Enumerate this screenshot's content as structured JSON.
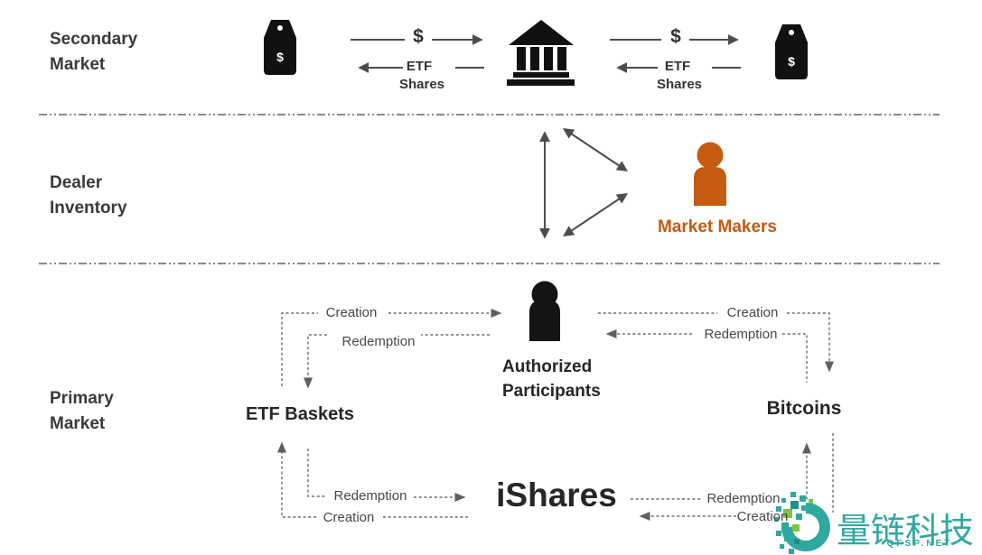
{
  "sections": {
    "secondary_market": {
      "line1": "Secondary",
      "line2": "Market"
    },
    "dealer_inventory": {
      "line1": "Dealer",
      "line2": "Inventory"
    },
    "primary_market": {
      "line1": "Primary",
      "line2": "Market"
    }
  },
  "secondary_flow": {
    "cash": "$",
    "etf": "ETF",
    "shares": "Shares",
    "tag_symbol": "$"
  },
  "dealer": {
    "market_makers": "Market Makers"
  },
  "primary": {
    "creation": "Creation",
    "redemption": "Redemption",
    "authorized_participants_line1": "Authorized",
    "authorized_participants_line2": "Participants",
    "etf_baskets": "ETF Baskets",
    "bitcoins": "Bitcoins",
    "ishares": "iShares"
  },
  "watermark": {
    "brand": "量链科技",
    "domain": "QFSP.NET"
  },
  "icons": [
    "price-tag-icon",
    "bank-icon",
    "person-icon",
    "market-maker-person-icon",
    "qfsp-logo-icon"
  ],
  "colors": {
    "market_maker_orange": "#C55A11",
    "watermark_teal": "#2FA8A0",
    "watermark_green": "#7DC243",
    "arrow_gray": "#4d4d4d",
    "dashed_gray": "#6b6b6b"
  }
}
